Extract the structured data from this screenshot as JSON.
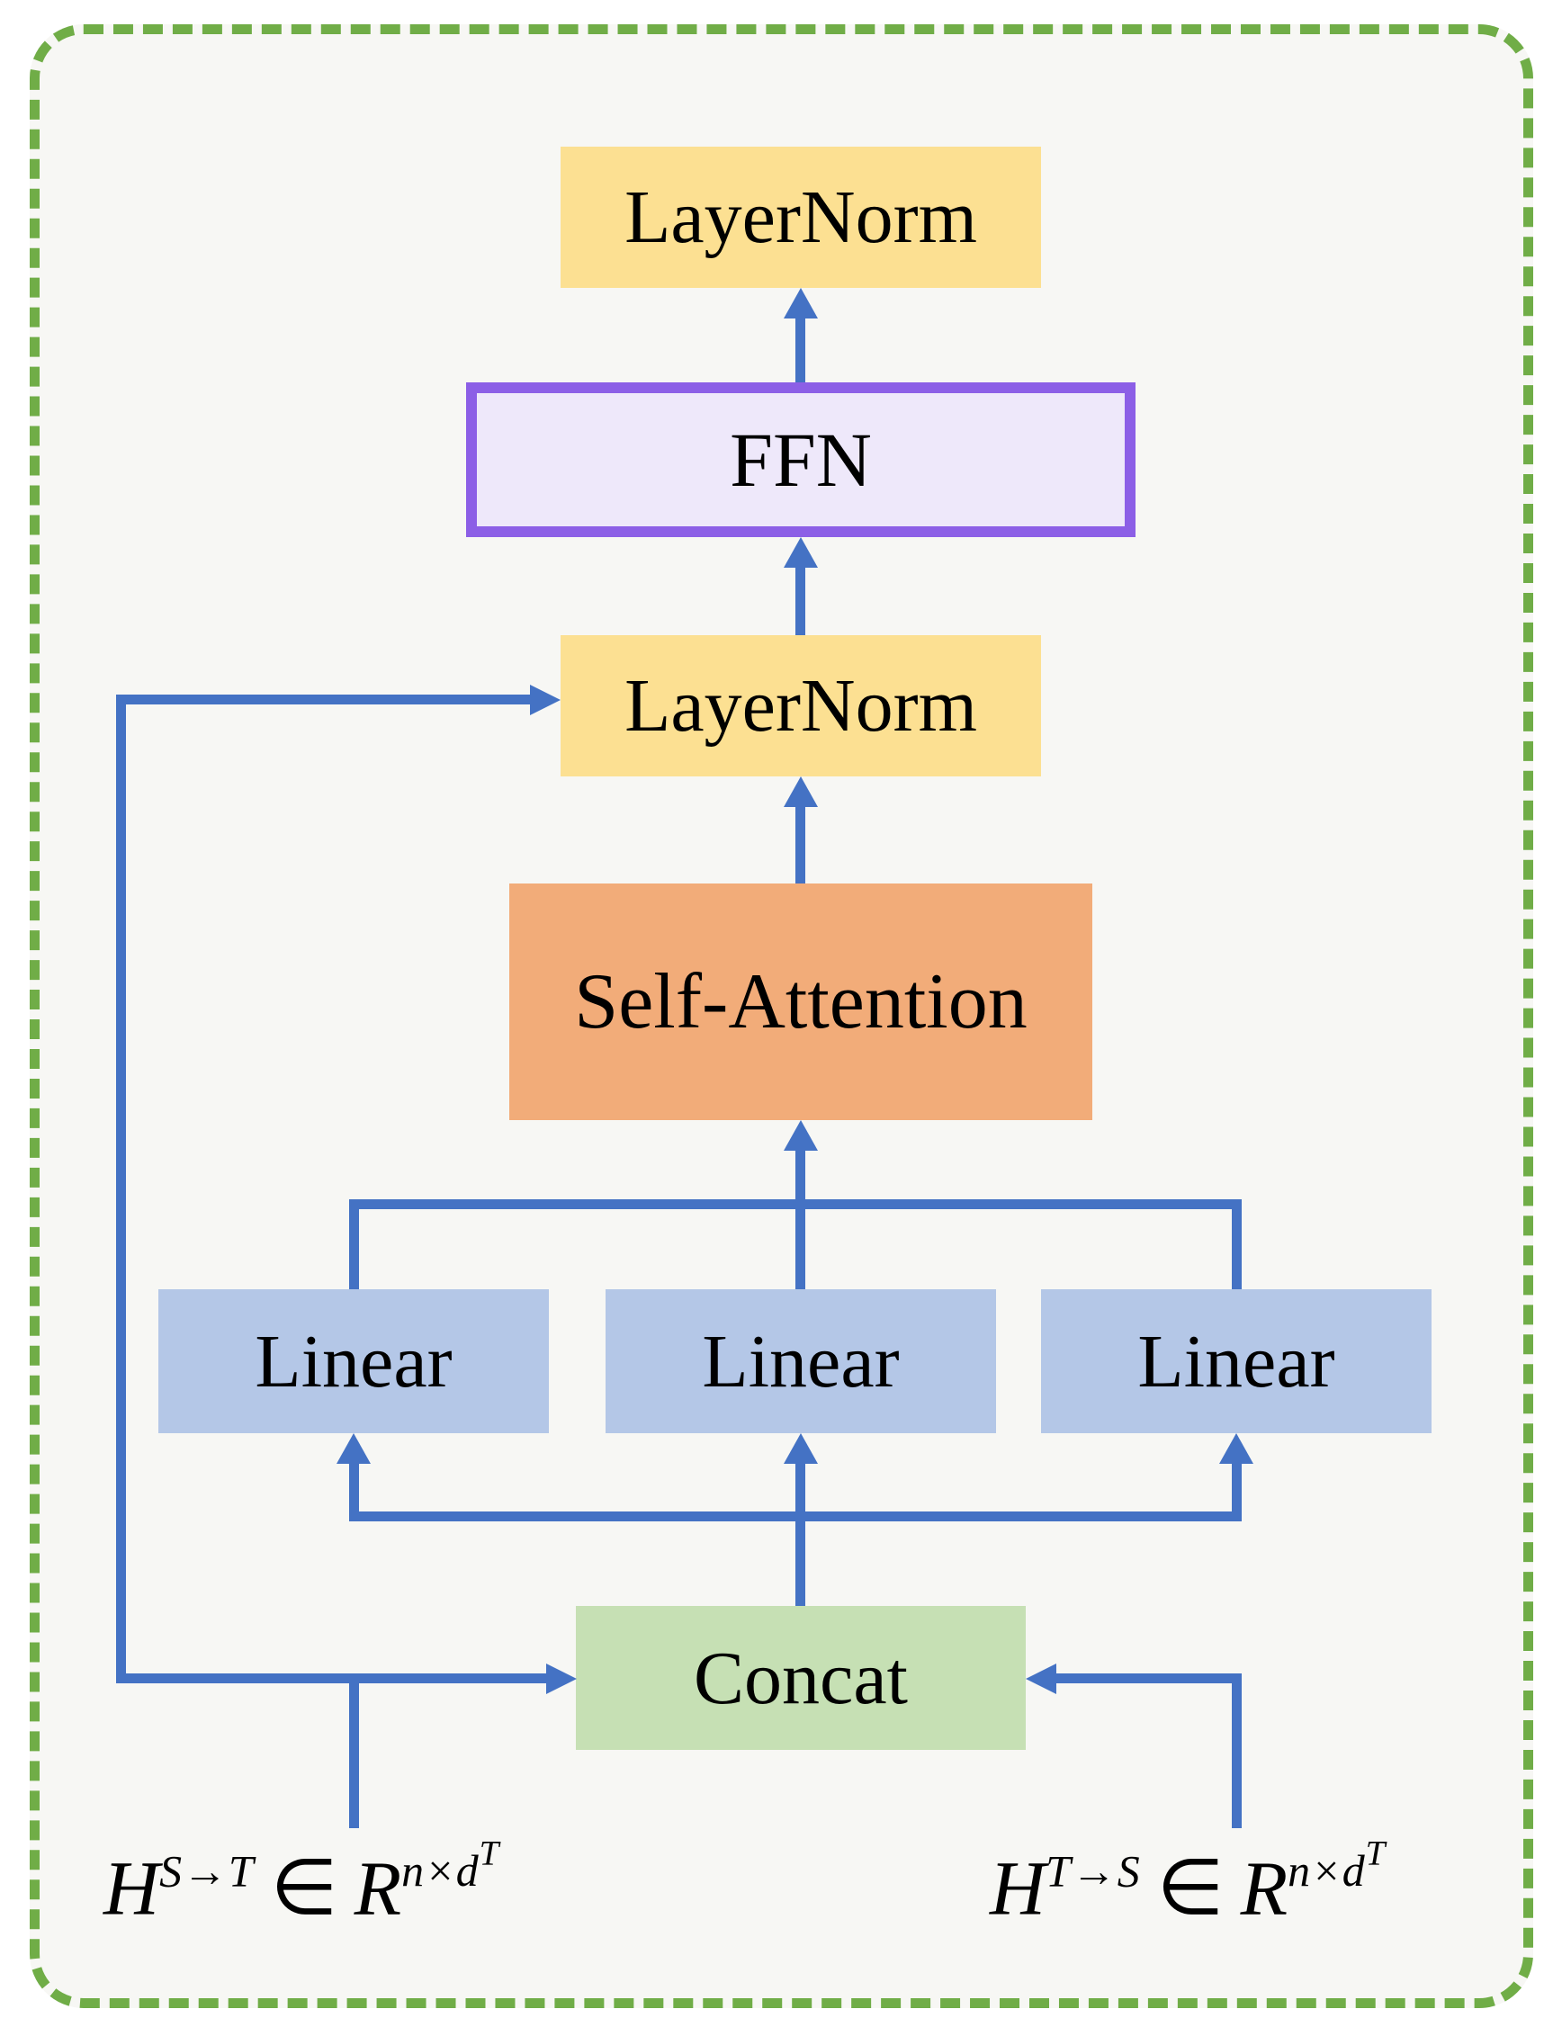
{
  "panel": {
    "background": "#F7F7F4",
    "border_color": "#70AD47"
  },
  "arrows": {
    "color": "#4472C4"
  },
  "nodes": {
    "layernorm_top": {
      "label": "LayerNorm",
      "fill": "#FCE092"
    },
    "ffn": {
      "label": "FFN",
      "fill": "#EEE8FA",
      "stroke": "#8C5FE6"
    },
    "layernorm_mid": {
      "label": "LayerNorm",
      "fill": "#FCE092"
    },
    "self_attention": {
      "label": "Self-Attention",
      "fill": "#F2AC79"
    },
    "linear_left": {
      "label": "Linear",
      "fill": "#B4C7E7"
    },
    "linear_mid": {
      "label": "Linear",
      "fill": "#B4C7E7"
    },
    "linear_right": {
      "label": "Linear",
      "fill": "#B4C7E7"
    },
    "concat": {
      "label": "Concat",
      "fill": "#C6E0B4"
    }
  },
  "inputs": {
    "left": {
      "var": "H",
      "var_sup": "S→T",
      "element_of": "∈",
      "space": "R",
      "space_sup": "n×d",
      "space_sup_sup": "T"
    },
    "right": {
      "var": "H",
      "var_sup": "T→S",
      "element_of": "∈",
      "space": "R",
      "space_sup": "n×d",
      "space_sup_sup": "T"
    }
  }
}
